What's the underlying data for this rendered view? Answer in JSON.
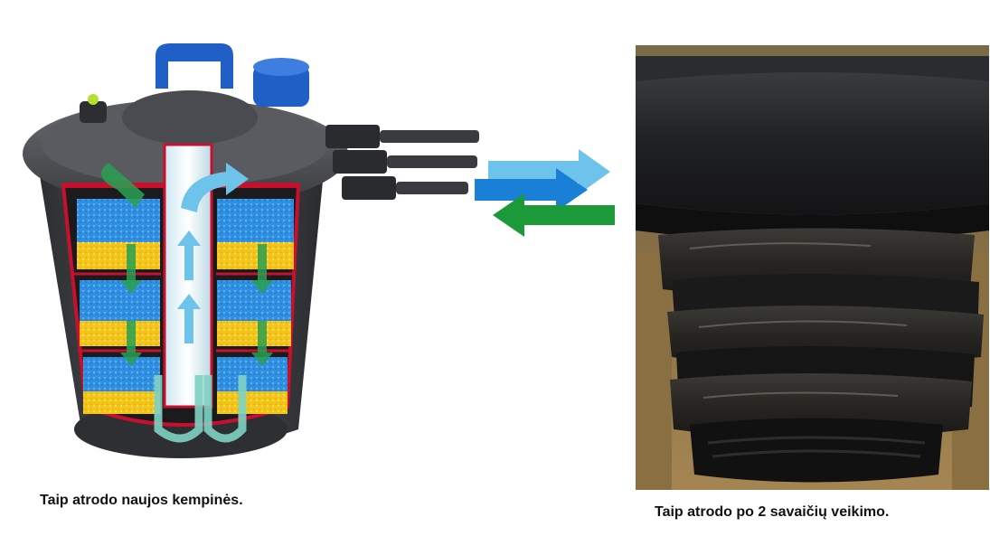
{
  "captions": {
    "left": "Taip atrodo naujos kempinės.",
    "right": "Taip atrodo po 2 savaičių veikimo."
  },
  "colors": {
    "filter_body": "#3c3d41",
    "cutaway_red": "#c8102e",
    "sponge_blue": "#2f8fe0",
    "sponge_yellow": "#f3c51a",
    "arrow_light_blue": "#6ec3ea",
    "arrow_blue": "#1a7fd6",
    "arrow_green": "#1c9a3a",
    "handle_blue": "#1f5fc6",
    "dirty_sponge": "#2a2a2a"
  },
  "icons": {
    "left": "pressure-filter-cutaway-illustration",
    "right": "dirty-filter-sponges-photo"
  }
}
